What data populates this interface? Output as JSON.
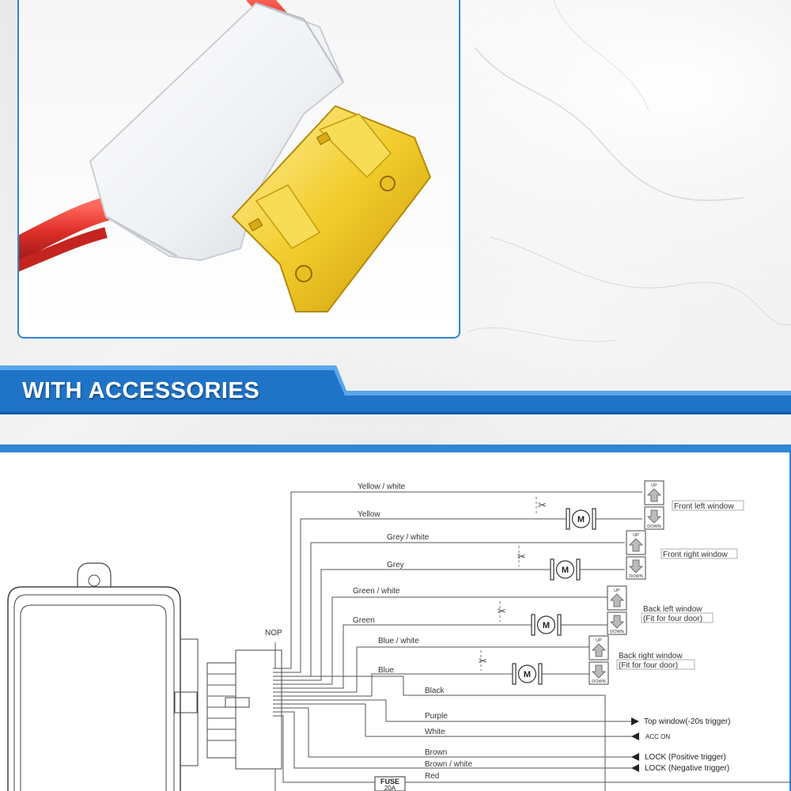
{
  "banner": {
    "title": "WITH ACCESSORIES"
  },
  "diagram": {
    "wires": [
      {
        "id": "yellow-white",
        "label": "Yellow / white"
      },
      {
        "id": "yellow",
        "label": "Yellow"
      },
      {
        "id": "grey-white",
        "label": "Grey / white"
      },
      {
        "id": "grey",
        "label": "Grey"
      },
      {
        "id": "green-white",
        "label": "Green / white"
      },
      {
        "id": "green",
        "label": "Green"
      },
      {
        "id": "blue-white",
        "label": "Blue / white"
      },
      {
        "id": "blue",
        "label": "Blue"
      },
      {
        "id": "black",
        "label": "Black"
      },
      {
        "id": "purple",
        "label": "Purple"
      },
      {
        "id": "white",
        "label": "White"
      },
      {
        "id": "brown",
        "label": "Brown"
      },
      {
        "id": "brown-white",
        "label": "Brown / white"
      },
      {
        "id": "red",
        "label": "Red"
      }
    ],
    "windows": [
      {
        "line1": "Front left window",
        "line2": ""
      },
      {
        "line1": "Front right window",
        "line2": ""
      },
      {
        "line1": "Back left  window",
        "line2": "(Fit for four door)"
      },
      {
        "line1": "Back right  window",
        "line2": "(Fit for four door)"
      }
    ],
    "switch": {
      "up": "UP",
      "down": "DOWN"
    },
    "motor": "M",
    "outputs": [
      "Top window(-20s trigger)",
      "ACC ON",
      "LOCK (Positive trigger)",
      "LOCK (Negative trigger)"
    ],
    "nop": "NOP",
    "fuse": {
      "label": "FUSE",
      "rating": "20A"
    }
  },
  "colors": {
    "accent": "#2f86d6",
    "banner": "#1f74c8",
    "fuse": "#e8c21a",
    "wire": "#e0302a"
  }
}
